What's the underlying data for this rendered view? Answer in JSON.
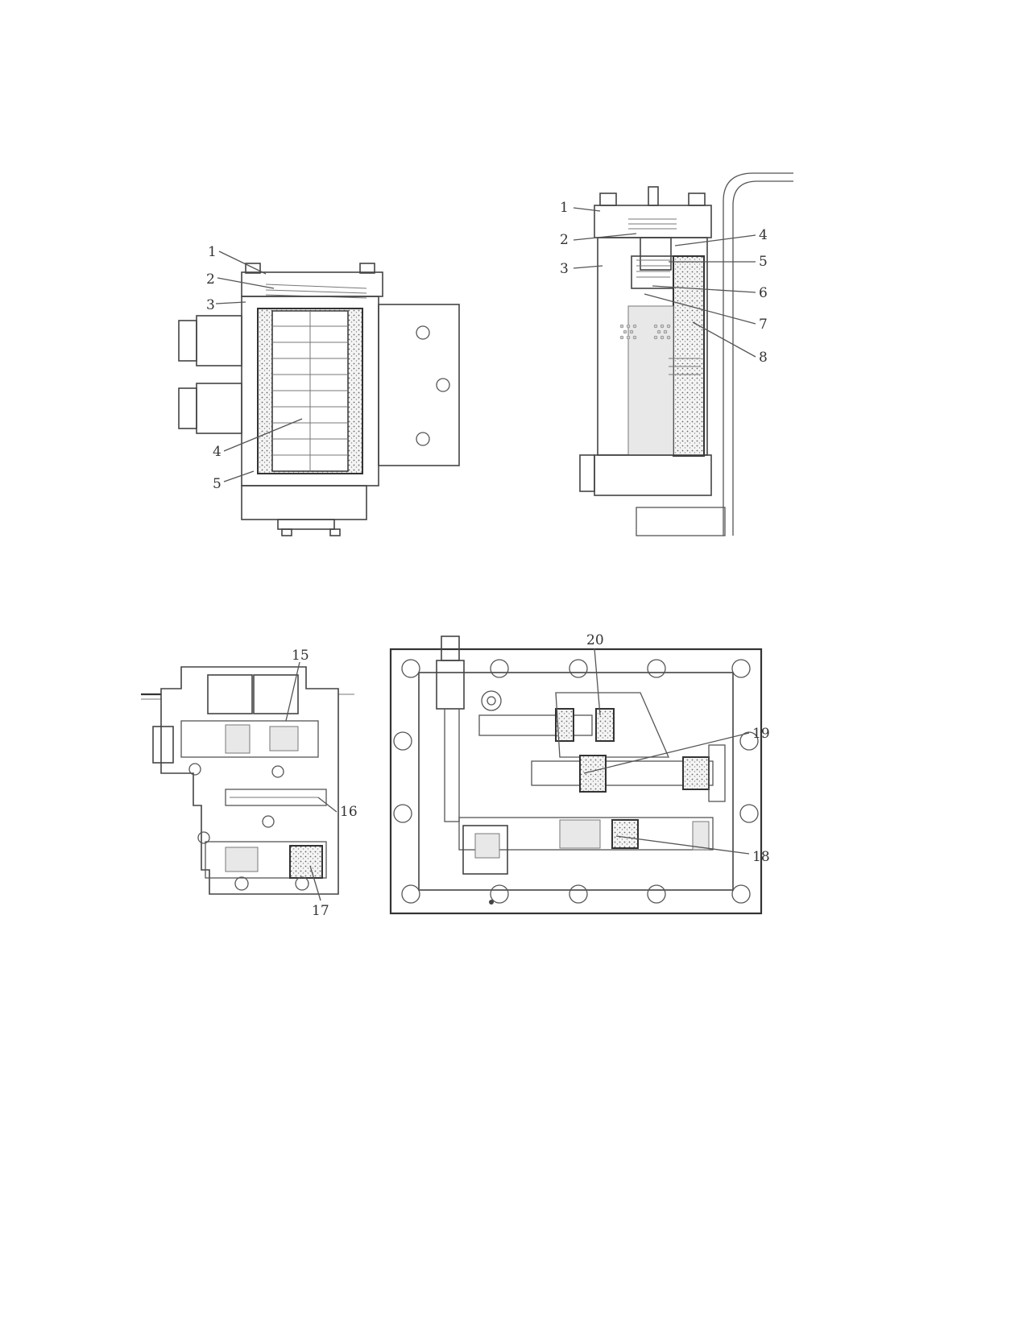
{
  "figures": [
    {
      "id": "filter-assembly-left",
      "callouts": [
        "1",
        "2",
        "3",
        "4",
        "5"
      ]
    },
    {
      "id": "filter-assembly-right",
      "callouts": [
        "1",
        "2",
        "3",
        "4",
        "5",
        "6",
        "7",
        "8"
      ]
    },
    {
      "id": "valve-body-left",
      "callouts": [
        "15",
        "16",
        "17"
      ]
    },
    {
      "id": "valve-body-right",
      "callouts": [
        "18",
        "19",
        "20"
      ]
    }
  ]
}
